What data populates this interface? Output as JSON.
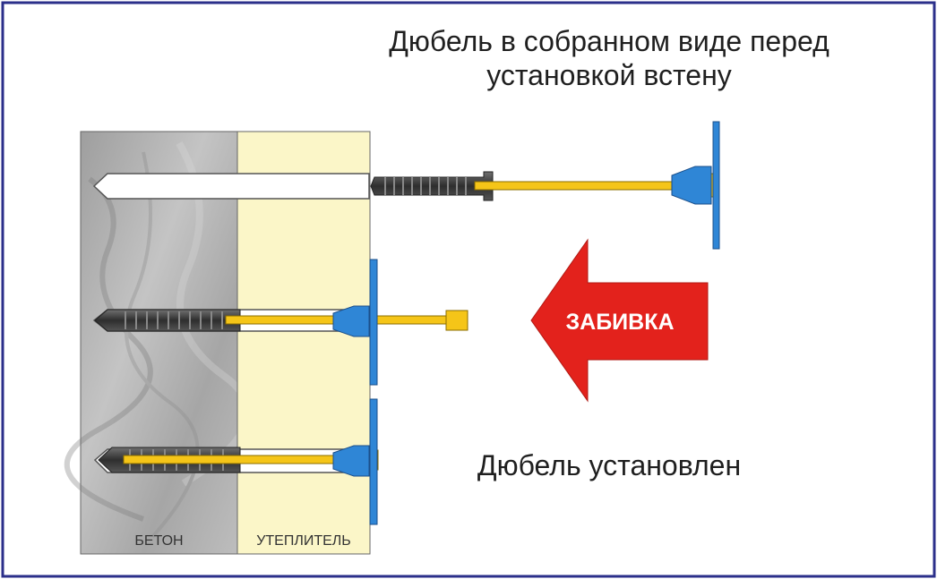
{
  "title": {
    "line1": "Дюбель в собранном виде перед",
    "line2": "установкой встену"
  },
  "arrow_label": "ЗАБИВКА",
  "caption": "Дюбель установлен",
  "layers": {
    "concrete": "БЕТОН",
    "insulation": "УТЕПЛИТЕЛЬ"
  },
  "colors": {
    "frame": "#2b2f8a",
    "concrete": "#a9a9a9",
    "insulation": "#fbf6c8",
    "nail": "#f5c518",
    "plate": "#2f86d6",
    "sleeve": "#3a3a3a",
    "arrow": "#e3221c"
  }
}
